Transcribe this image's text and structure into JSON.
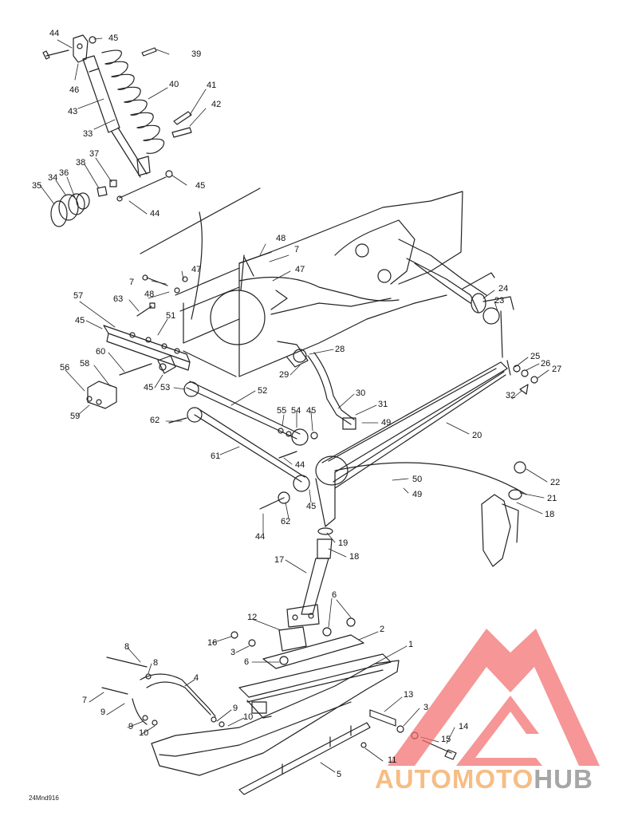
{
  "figure_code": "24Mnd916",
  "watermark": {
    "brand_prefix": "AUTOMOTO",
    "brand_suffix": "HUB",
    "logo_color": "#f26a6a",
    "prefix_color": "#f5b26e",
    "suffix_color": "#969696"
  },
  "callouts": [
    "44",
    "45",
    "39",
    "46",
    "40",
    "41",
    "43",
    "42",
    "33",
    "37",
    "38",
    "36",
    "34",
    "35",
    "45",
    "44",
    "48",
    "7",
    "47",
    "7",
    "47",
    "48",
    "57",
    "63",
    "45",
    "51",
    "60",
    "58",
    "56",
    "45",
    "53",
    "59",
    "52",
    "62",
    "55",
    "54",
    "45",
    "61",
    "44",
    "62",
    "44",
    "45",
    "24",
    "23",
    "28",
    "29",
    "30",
    "31",
    "49",
    "25",
    "26",
    "27",
    "32",
    "20",
    "50",
    "49",
    "22",
    "21",
    "18",
    "19",
    "18",
    "17",
    "6",
    "12",
    "16",
    "3",
    "2",
    "1",
    "6",
    "8",
    "8",
    "4",
    "7",
    "9",
    "9",
    "9",
    "10",
    "10",
    "13",
    "3",
    "15",
    "14",
    "11",
    "5"
  ]
}
